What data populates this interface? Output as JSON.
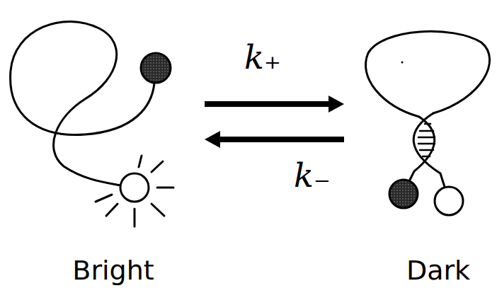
{
  "diagram": {
    "nodes": [
      {
        "text": [
          "Bright"
        ]
      },
      {
        "text": [
          "Dark"
        ]
      }
    ],
    "edges": [
      {
        "from": 0,
        "to": 1,
        "arrow": "to",
        "label": "k₊"
      },
      {
        "from": 1,
        "to": 0,
        "arrow": "to",
        "label": "k₋"
      }
    ]
  }
}
